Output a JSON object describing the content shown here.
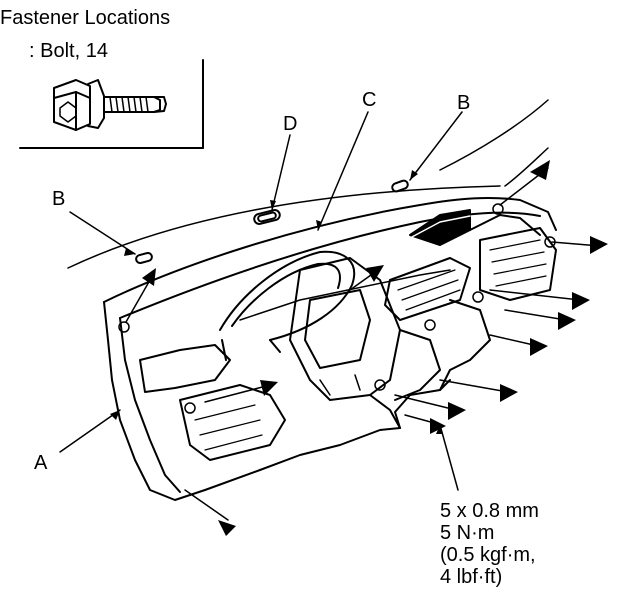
{
  "title": "Fastener Locations",
  "bolt_spec": ": Bolt, 14",
  "callouts": {
    "A": "A",
    "B_left": "B",
    "B_right": "B",
    "C": "C",
    "D": "D"
  },
  "torque": {
    "thread": "5 x 0.8 mm",
    "torque_nm": "5 N·m",
    "torque_kgfm": "(0.5 kgf·m,",
    "torque_lbfft": "4 lbf·ft)"
  },
  "colors": {
    "line": "#000000",
    "background": "#ffffff"
  }
}
